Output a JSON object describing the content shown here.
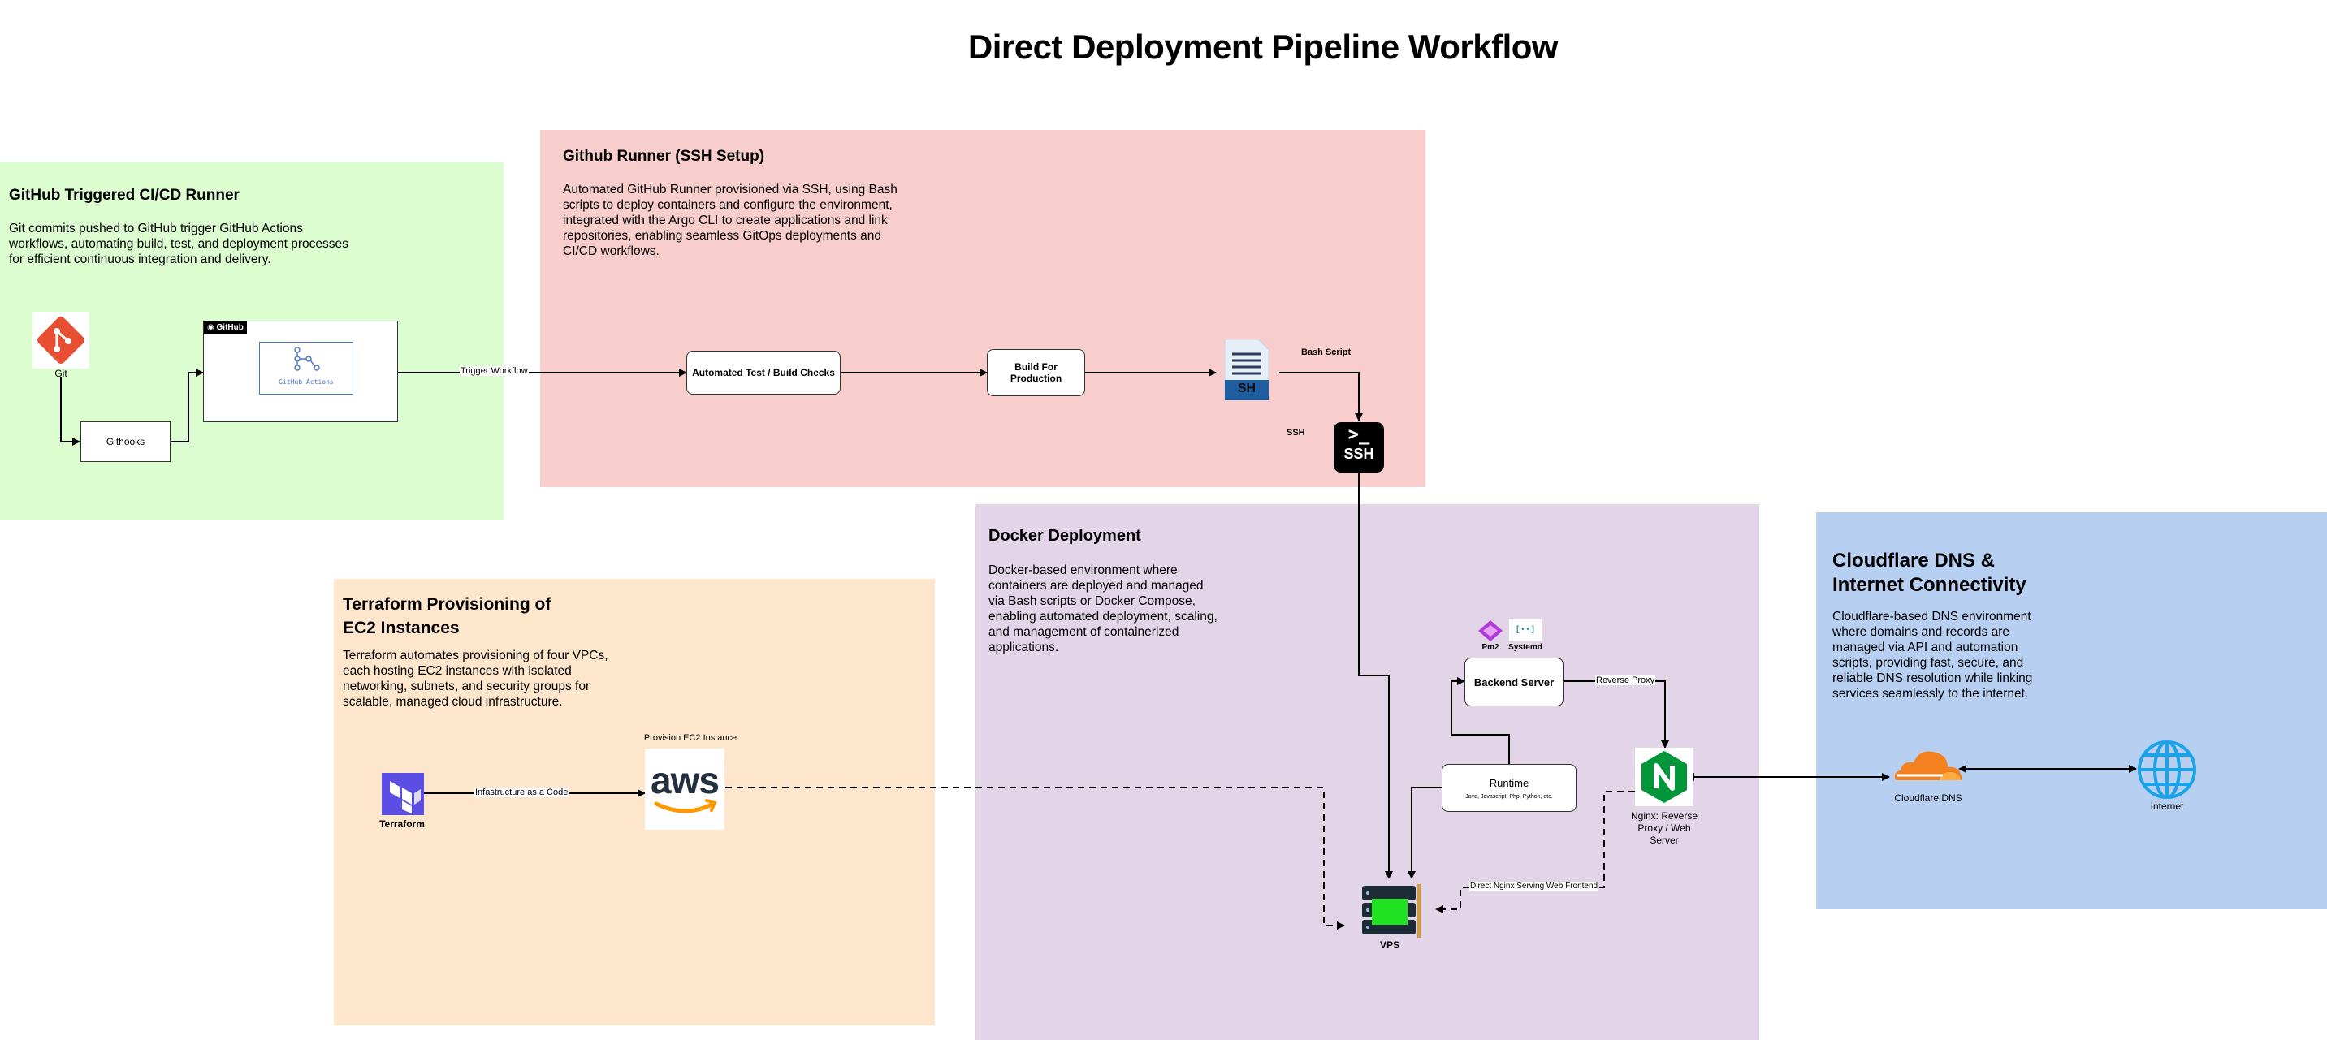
{
  "title": "Direct Deployment Pipeline Workflow",
  "colors": {
    "cicd_region": "#dcfdd0",
    "runner_region": "#f8cecc",
    "terraform_region": "#fde6cc",
    "docker_region": "#e1d5e7",
    "cloudflare_region": "#b7cff1"
  },
  "regions": {
    "cicd": {
      "title": "GitHub Triggered CI/CD Runner",
      "description": "Git commits pushed to GitHub trigger GitHub Actions workflows, automating build, test, and deployment processes for efficient continuous integration and delivery."
    },
    "runner": {
      "title": "Github Runner (SSH Setup)",
      "description": "Automated GitHub Runner provisioned via SSH, using Bash scripts to deploy containers and configure the environment, integrated with the Argo CLI to create applications and link repositories, enabling seamless GitOps deployments and CI/CD workflows."
    },
    "terraform": {
      "title": "Terraform Provisioning of EC2 Instances",
      "description": "Terraform automates provisioning of four VPCs, each hosting EC2 instances with isolated networking, subnets, and security groups for scalable, managed cloud infrastructure."
    },
    "docker": {
      "title": "Docker Deployment",
      "description": "Docker-based environment where containers are deployed and managed via Bash scripts or Docker Compose, enabling automated deployment, scaling, and management of containerized applications."
    },
    "cloudflare": {
      "title": "Cloudflare DNS & Internet Connectivity",
      "description": "Cloudflare-based DNS environment where domains and records are managed via API and automation scripts, providing fast, secure, and reliable DNS resolution while linking services seamlessly to the internet."
    }
  },
  "nodes": {
    "git": "Git",
    "githooks": "Githooks",
    "github_badge": "GitHub",
    "github_actions": "GitHub Actions",
    "test_build": "Automated Test / Build Checks",
    "build_prod": "Build For Production",
    "sh_badge": "SH",
    "ssh_badge": "SSH",
    "terminal_prompt": ">_",
    "terraform": "Terraform",
    "aws": "aws",
    "provision_ec2": "Provision EC2 Instance",
    "pm2": "Pm2",
    "systemd": "Systemd",
    "systemd_glyph": "[ • • ]",
    "backend_server": "Backend Server",
    "runtime": "Runtime",
    "runtime_sub": "Java, Javascript, Php, Python, etc.",
    "nginx": "Nginx: Reverse Proxy / Web Server",
    "vps": "VPS",
    "cloudflare_dns": "Cloudflare DNS",
    "internet": "Internet"
  },
  "edge_labels": {
    "trigger": "Trigger Workflow",
    "bash_script": "Bash Script",
    "ssh": "SSH",
    "iac": "Infastructure as a Code",
    "reverse_proxy": "Reverse Proxy",
    "direct_nginx": "Direct Nginx Serving Web Frontend"
  },
  "icons": [
    "git-icon",
    "github-actions-icon",
    "shell-script-icon",
    "ssh-terminal-icon",
    "terraform-icon",
    "aws-icon",
    "pm2-icon",
    "systemd-icon",
    "nginx-icon",
    "server-rack-icon",
    "cloudflare-icon",
    "globe-icon"
  ]
}
